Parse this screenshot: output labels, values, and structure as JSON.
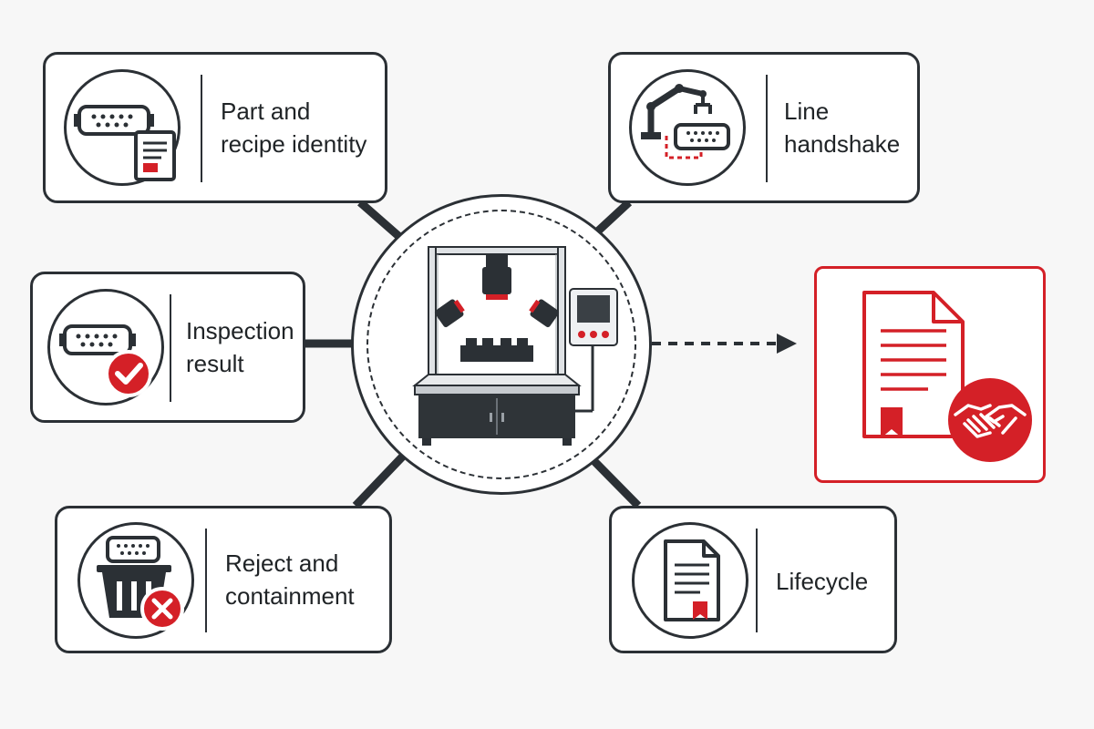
{
  "colors": {
    "ink": "#2b3035",
    "accent": "#d42027",
    "background": "#f7f7f7"
  },
  "nodes": {
    "part_recipe": {
      "lines": [
        "Part and",
        "recipe identity"
      ],
      "icon": "connector-with-document-icon"
    },
    "line_handshake": {
      "lines": [
        "Line",
        "handshake"
      ],
      "icon": "robot-arm-icon"
    },
    "inspection": {
      "lines": [
        "Inspection",
        "result"
      ],
      "icon": "connector-with-checkmark-icon"
    },
    "reject": {
      "lines": [
        "Reject and",
        "containment"
      ],
      "icon": "connector-in-bin-icon"
    },
    "lifecycle": {
      "lines": [
        "Lifecycle"
      ],
      "icon": "document-with-ribbon-icon"
    }
  },
  "center": {
    "icon": "vision-inspection-station-icon"
  },
  "output": {
    "icon": "certificate-handshake-icon"
  }
}
